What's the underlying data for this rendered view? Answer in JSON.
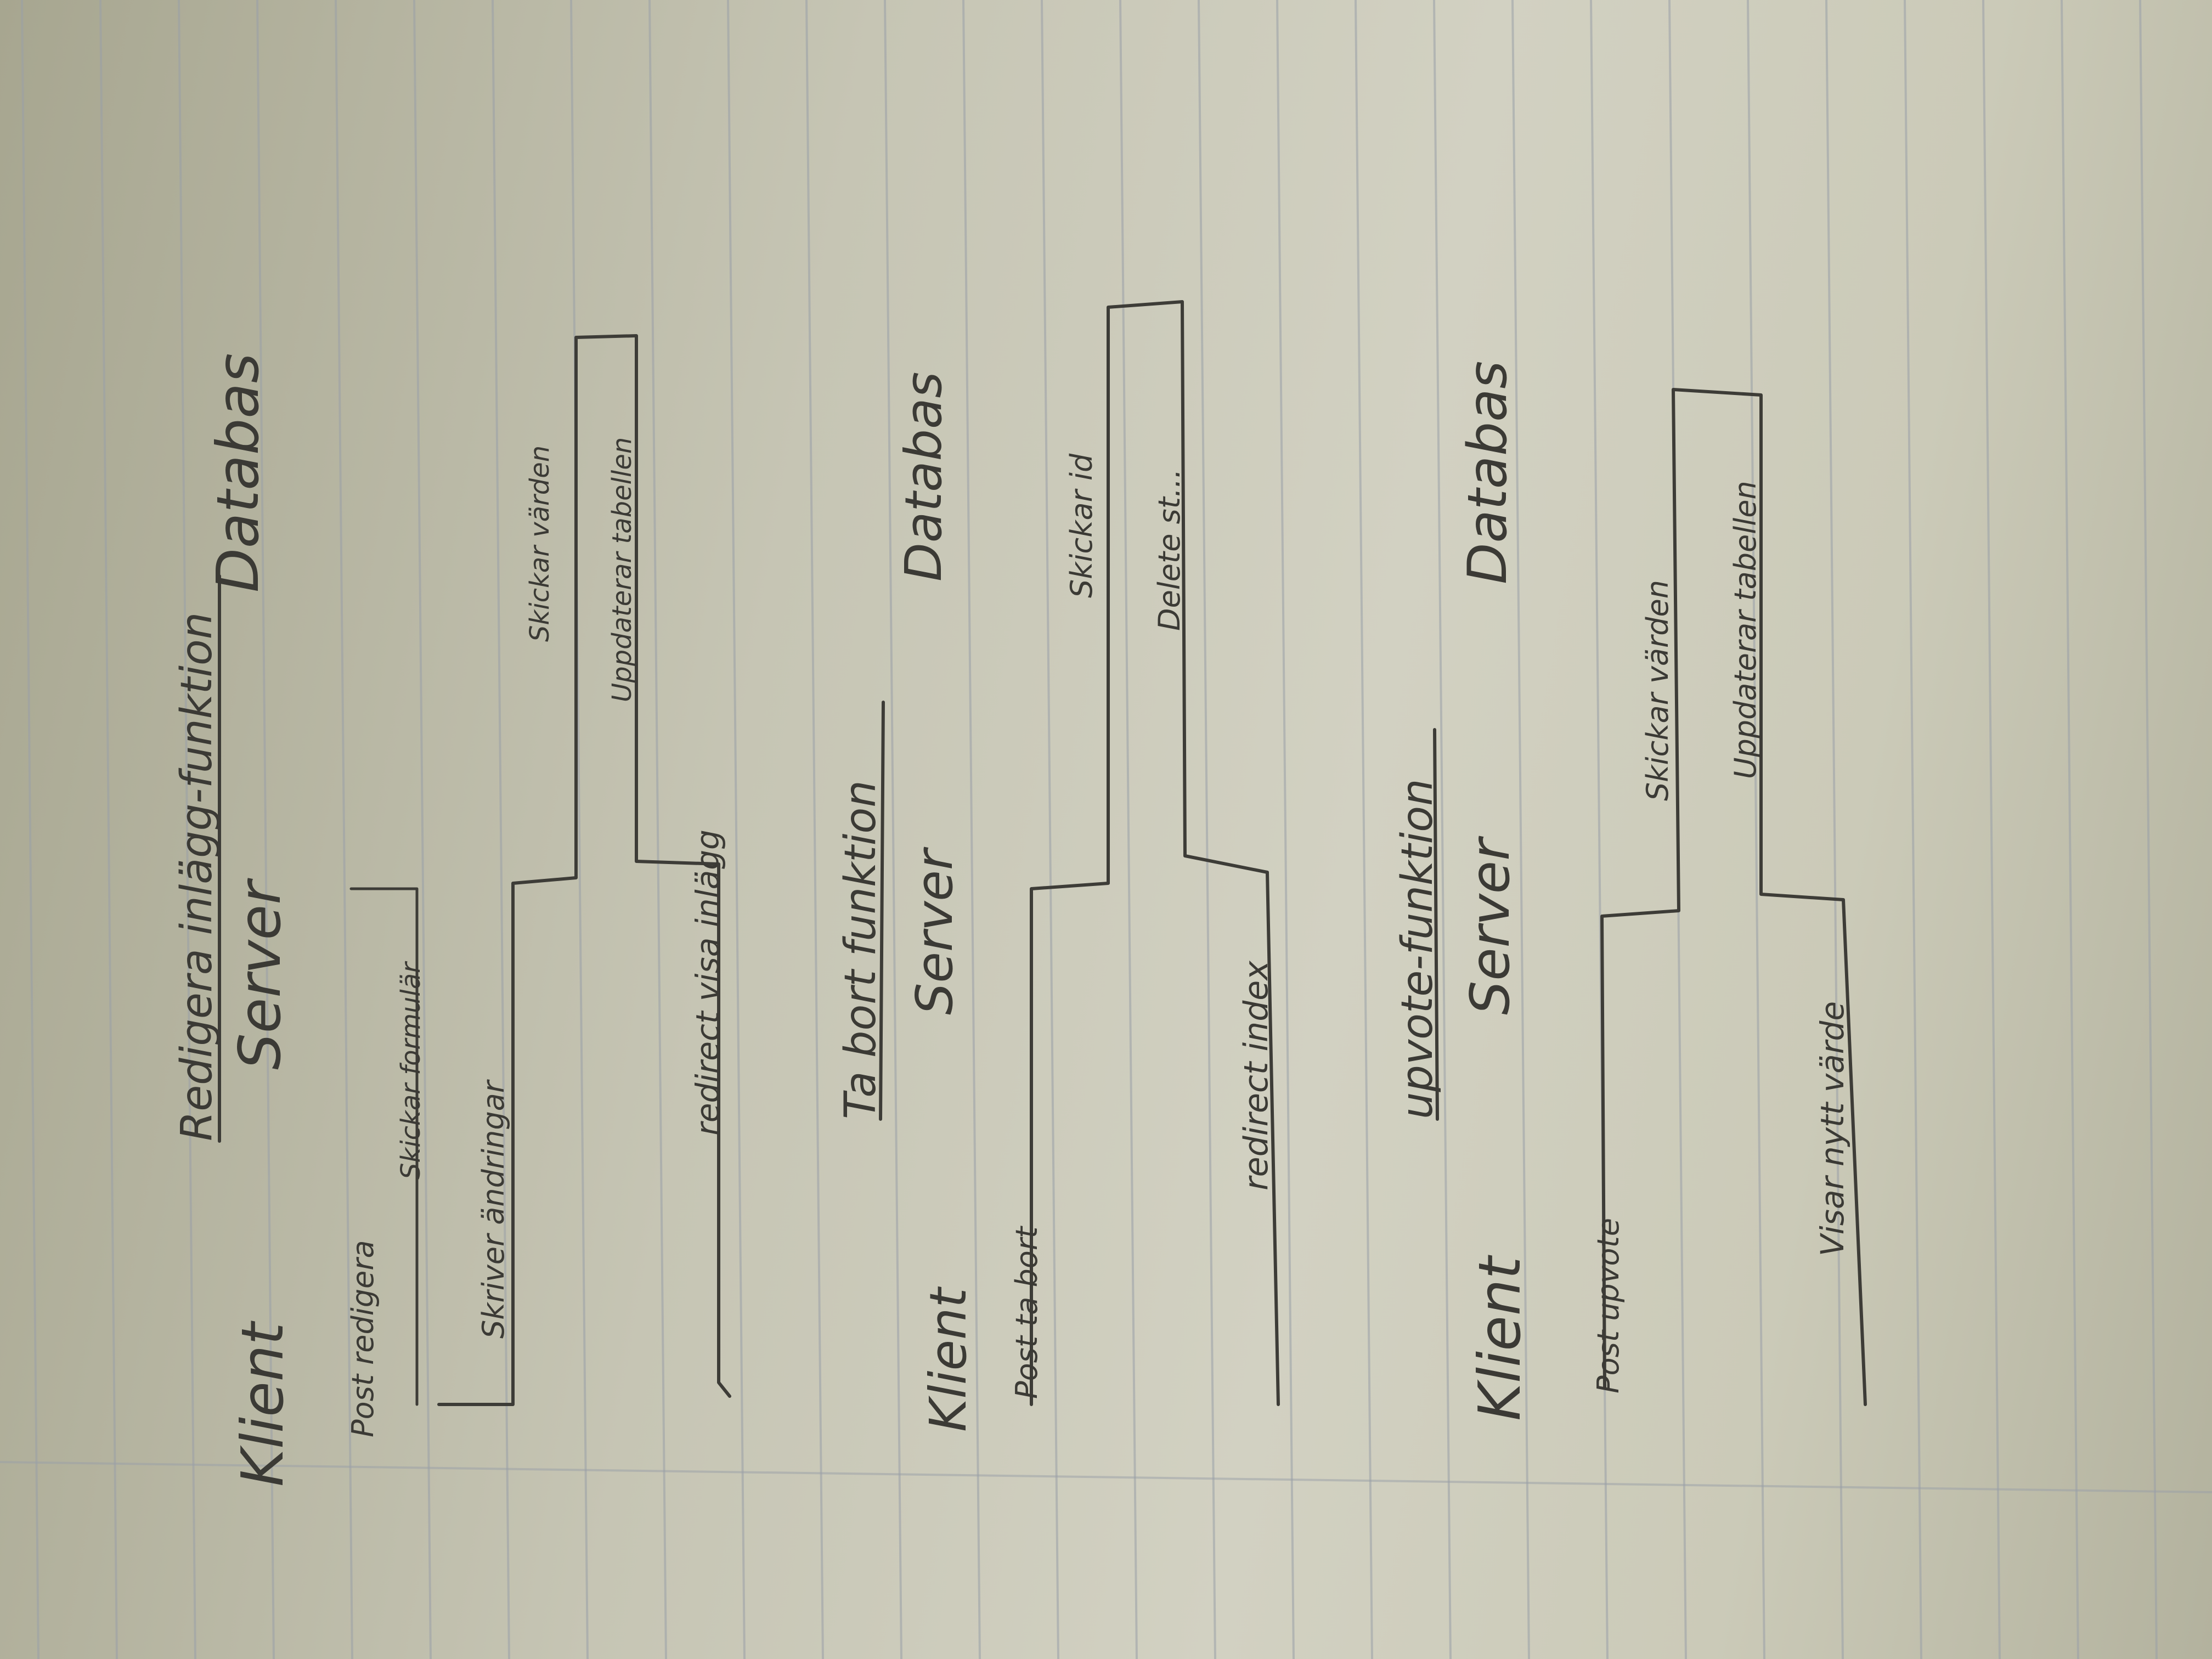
{
  "colors": {
    "paper": "#cdccbc",
    "rule_lines": "#9a9fa8",
    "ink": "#3d3c37"
  },
  "diagrams": [
    {
      "title": "Redigera inlägg-funktion",
      "lanes": [
        "Klient",
        "Server",
        "Databas"
      ],
      "messages": [
        "Post redigera",
        "Skickar formulär",
        "Skriver ändringar",
        "Skickar värden",
        "Uppdaterar tabellen",
        "redirect visa inlägg"
      ]
    },
    {
      "title": "Ta bort funktion",
      "lanes": [
        "Klient",
        "Server",
        "Databas"
      ],
      "messages": [
        "Post ta bort",
        "Skickar id",
        "Delete st...",
        "redirect index"
      ]
    },
    {
      "title": "upvote-funktion",
      "lanes": [
        "Klient",
        "Server",
        "Databas"
      ],
      "messages": [
        "Post upvote",
        "Skickar värden",
        "Uppdaterar tabellen",
        "Visar nytt värde"
      ]
    }
  ]
}
